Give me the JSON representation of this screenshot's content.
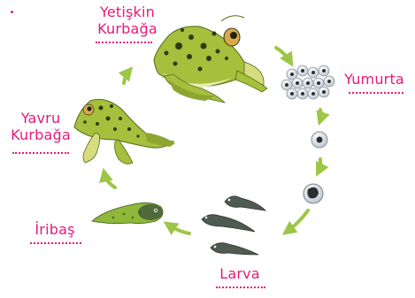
{
  "diagram": {
    "labels": {
      "adult": [
        "Yetişkin",
        "Kurbağa"
      ],
      "egg": "Yumurta",
      "young": [
        "Yavru",
        "Kurbağa"
      ],
      "tadpole": "İribaş",
      "larva": "Larva"
    },
    "colors": {
      "label": "#e5197a",
      "arrow": "#9cc645",
      "frog_body": "#a6bf3d",
      "frog_spots": "#2e3b12",
      "tadpole": "#4f5a52"
    }
  }
}
